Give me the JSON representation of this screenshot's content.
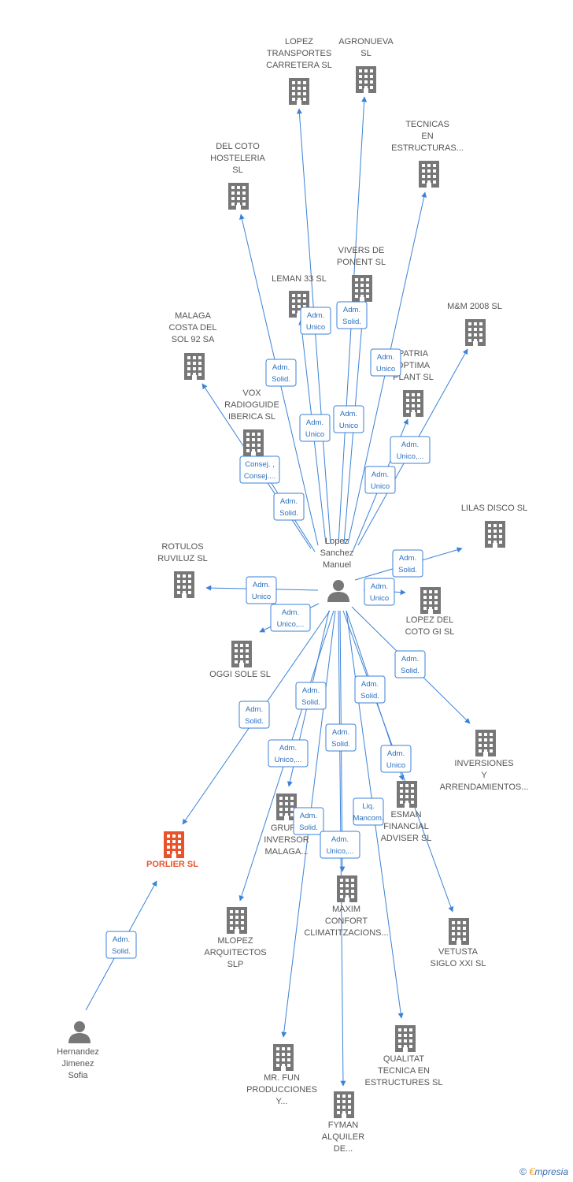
{
  "colors": {
    "edge": "#3b82d6",
    "node": "#777777",
    "highlight": "#e8532b"
  },
  "center": {
    "id": "lopez",
    "label": [
      "Lopez",
      "Sanchez",
      "Manuel"
    ],
    "icon": "person-icon"
  },
  "nodes": [
    {
      "id": "lopez_transportes",
      "icon": "building-icon",
      "label": [
        "LOPEZ",
        "TRANSPORTES",
        "CARRETERA  SL"
      ]
    },
    {
      "id": "agronueva",
      "icon": "building-icon",
      "label": [
        "AGRONUEVA",
        "SL"
      ]
    },
    {
      "id": "tecnicas",
      "icon": "building-icon",
      "label": [
        "TECNICAS",
        "EN",
        "ESTRUCTURAS..."
      ]
    },
    {
      "id": "del_coto",
      "icon": "building-icon",
      "label": [
        "DEL COTO",
        "HOSTELERIA",
        "SL"
      ]
    },
    {
      "id": "vivers",
      "icon": "building-icon",
      "label": [
        "VIVERS DE",
        "PONENT SL"
      ]
    },
    {
      "id": "leman",
      "icon": "building-icon",
      "label": [
        "LEMAN 33 SL"
      ]
    },
    {
      "id": "mm2008",
      "icon": "building-icon",
      "label": [
        "M&M 2008 SL"
      ]
    },
    {
      "id": "malaga_costa",
      "icon": "building-icon",
      "label": [
        "MALAGA",
        "COSTA DEL",
        "SOL 92 SA"
      ]
    },
    {
      "id": "patria",
      "icon": "building-icon",
      "label": [
        "PATRIA",
        "OPTIMA",
        "PLANT  SL"
      ]
    },
    {
      "id": "vox",
      "icon": "building-icon",
      "label": [
        "VOX",
        "RADIOGUIDE",
        "IBERICA SL"
      ]
    },
    {
      "id": "lilas",
      "icon": "building-icon",
      "label": [
        "LILAS DISCO  SL"
      ]
    },
    {
      "id": "rotulos",
      "icon": "building-icon",
      "label": [
        "ROTULOS",
        "RUVILUZ SL"
      ]
    },
    {
      "id": "lopez_coto_gi",
      "icon": "building-icon",
      "label": [
        "LOPEZ DEL",
        "COTO GI  SL"
      ]
    },
    {
      "id": "oggi",
      "icon": "building-icon",
      "label": [
        "OGGI SOLE  SL"
      ]
    },
    {
      "id": "inversiones",
      "icon": "building-icon",
      "label": [
        "INVERSIONES",
        "Y",
        "ARRENDAMIENTOS..."
      ]
    },
    {
      "id": "esman",
      "icon": "building-icon",
      "label": [
        "ESMAN",
        "FINANCIAL",
        "ADVISER  SL"
      ]
    },
    {
      "id": "grupo",
      "icon": "building-icon",
      "label": [
        "GRUPO",
        "INVERSOR",
        "MALAGA..."
      ]
    },
    {
      "id": "porlier",
      "icon": "building-icon",
      "label": [
        "PORLIER  SL"
      ],
      "highlight": true
    },
    {
      "id": "maxim",
      "icon": "building-icon",
      "label": [
        "MAXIM",
        "CONFORT",
        "CLIMATITZACIONS..."
      ]
    },
    {
      "id": "vetusta",
      "icon": "building-icon",
      "label": [
        "VETUSTA",
        "SIGLO XXI  SL"
      ]
    },
    {
      "id": "mlopez",
      "icon": "building-icon",
      "label": [
        "MLOPEZ",
        "ARQUITECTOS",
        "SLP"
      ]
    },
    {
      "id": "hernandez",
      "icon": "person-icon",
      "label": [
        "Hernandez",
        "Jimenez",
        "Sofia"
      ]
    },
    {
      "id": "qualitat",
      "icon": "building-icon",
      "label": [
        "QUALITAT",
        "TECNICA EN",
        "ESTRUCTURES SL"
      ]
    },
    {
      "id": "mr_fun",
      "icon": "building-icon",
      "label": [
        "MR.  FUN",
        "PRODUCCIONES",
        "Y..."
      ]
    },
    {
      "id": "fyman",
      "icon": "building-icon",
      "label": [
        "FYMAN",
        "ALQUILER",
        "DE..."
      ]
    }
  ],
  "edges": [
    {
      "from": "lopez",
      "to": "lopez_transportes",
      "label": [
        "Adm.",
        "Unico"
      ]
    },
    {
      "from": "lopez",
      "to": "agronueva",
      "label": [
        "Adm.",
        "Unico"
      ]
    },
    {
      "from": "lopez",
      "to": "tecnicas",
      "label": [
        "Adm.",
        "Unico"
      ]
    },
    {
      "from": "lopez",
      "to": "del_coto",
      "label": [
        "Adm.",
        "Solid."
      ]
    },
    {
      "from": "lopez",
      "to": "vivers",
      "label": [
        "Adm.",
        "Solid."
      ]
    },
    {
      "from": "lopez",
      "to": "leman",
      "label": [
        "Adm.",
        "Unico"
      ]
    },
    {
      "from": "lopez",
      "to": "mm2008",
      "label": [
        "Adm.",
        "Unico,..."
      ]
    },
    {
      "from": "lopez",
      "to": "malaga_costa",
      "label": [
        "Consej. ,",
        "Consej...."
      ]
    },
    {
      "from": "lopez",
      "to": "patria",
      "label": [
        "Adm.",
        "Unico"
      ]
    },
    {
      "from": "lopez",
      "to": "vox",
      "label": [
        "Adm.",
        "Solid."
      ]
    },
    {
      "from": "lopez",
      "to": "lilas",
      "label": [
        "Adm.",
        "Solid."
      ]
    },
    {
      "from": "lopez",
      "to": "rotulos",
      "label": [
        "Adm.",
        "Unico"
      ]
    },
    {
      "from": "lopez",
      "to": "lopez_coto_gi",
      "label": [
        "Adm.",
        "Unico"
      ]
    },
    {
      "from": "lopez",
      "to": "oggi",
      "label": [
        "Adm.",
        "Unico,..."
      ]
    },
    {
      "from": "lopez",
      "to": "inversiones",
      "label": [
        "Adm.",
        "Solid."
      ]
    },
    {
      "from": "lopez",
      "to": "esman",
      "label": [
        "Adm.",
        "Solid."
      ]
    },
    {
      "from": "lopez",
      "to": "grupo",
      "label": [
        "Adm.",
        "Solid."
      ]
    },
    {
      "from": "lopez",
      "to": "porlier",
      "label": [
        "Adm.",
        "Solid."
      ]
    },
    {
      "from": "lopez",
      "to": "maxim",
      "label": [
        "Adm.",
        "Solid."
      ]
    },
    {
      "from": "lopez",
      "to": "vetusta",
      "label": [
        "Adm.",
        "Unico"
      ]
    },
    {
      "from": "lopez",
      "to": "mlopez",
      "label": [
        "Adm.",
        "Unico,..."
      ]
    },
    {
      "from": "lopez",
      "to": "qualitat",
      "label": [
        "Liq.",
        "Mancom."
      ]
    },
    {
      "from": "lopez",
      "to": "mr_fun",
      "label": [
        "Adm.",
        "Solid."
      ]
    },
    {
      "from": "lopez",
      "to": "fyman",
      "label": [
        "Adm.",
        "Unico,..."
      ]
    },
    {
      "from": "hernandez",
      "to": "porlier",
      "label": [
        "Adm.",
        "Solid."
      ]
    }
  ],
  "brand": {
    "copyright": "©",
    "e": "€",
    "rest": "mpresia"
  }
}
